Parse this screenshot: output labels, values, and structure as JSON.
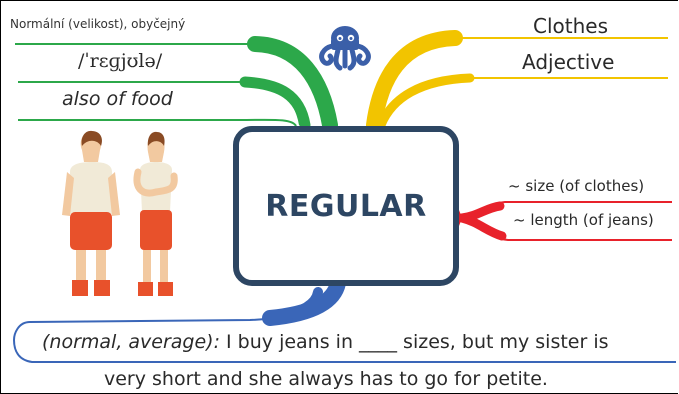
{
  "card": {
    "language_note": "Normální (velikost), obyčejný",
    "pronunciation": "/ˈrɛɡjʊlə/",
    "usage_note": "also of food",
    "topic": "Clothes",
    "part_of_speech": "Adjective",
    "headword": "REGULAR",
    "collocation_1": "~ size (of clothes)",
    "collocation_2": "~ length (of jeans)",
    "definition": "(normal, average):",
    "example_line_1": " I buy jeans in ____ sizes, but my sister is",
    "example_line_2": "very short and she always has to go for petite."
  },
  "colors": {
    "green": "#2ca84a",
    "yellow": "#f2c400",
    "red": "#e8222b",
    "blue": "#3a66b8",
    "navy": "#2d4663",
    "mascot": "#3b5fa8"
  },
  "icons": {
    "mascot": "octopus-logo",
    "illustration": "two-men-comparison"
  }
}
